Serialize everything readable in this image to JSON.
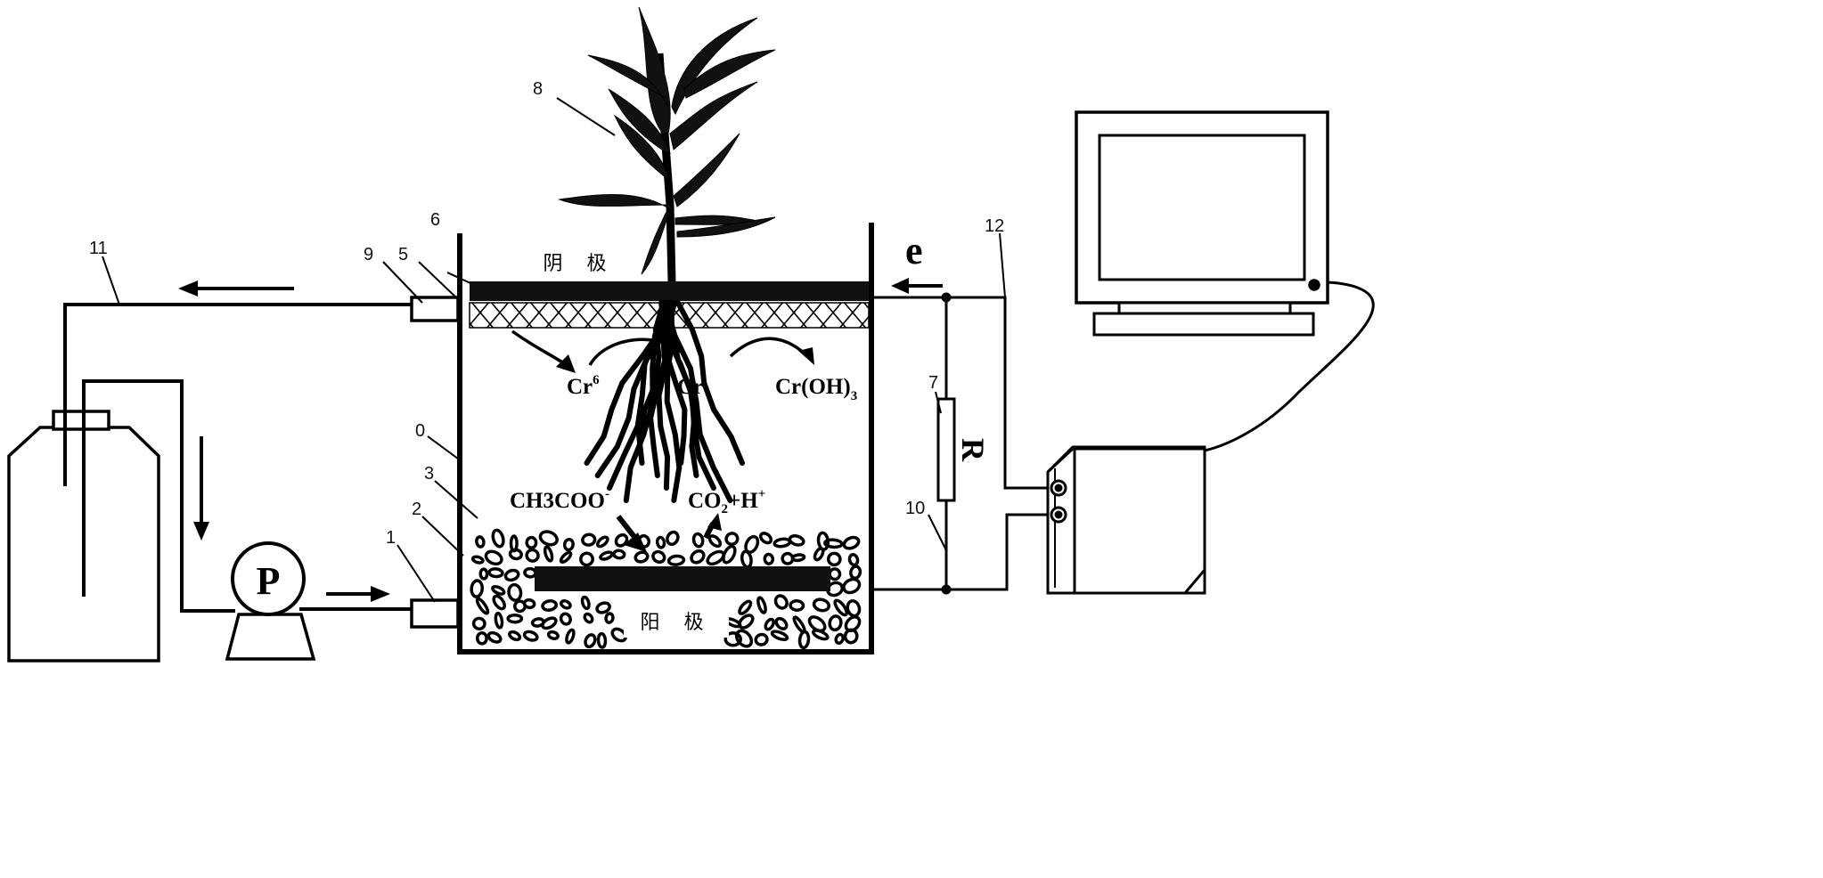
{
  "labels": {
    "n0": "0",
    "n1": "1",
    "n2": "2",
    "n3": "3",
    "n5": "5",
    "n6": "6",
    "n7": "7",
    "n8": "8",
    "n9": "9",
    "n10": "10",
    "n11": "11",
    "n12": "12"
  },
  "cathode_text": "阴 极",
  "anode_text": "阳 极",
  "pump_letter": "P",
  "resistor_letter": "R",
  "electron_letter": "e",
  "chem": {
    "cr6_base": "Cr",
    "cr6_sup": "6",
    "cr3_base": "Cr",
    "croh3_base": "Cr(OH)",
    "croh3_sub": "3",
    "acetate_base": "CH3COO",
    "acetate_sup": "-",
    "co2_base": "CO",
    "co2_sub": "2",
    "co2_mid": "+H",
    "co2_sup": "+"
  },
  "colors": {
    "ink": "#000000",
    "paper": "#ffffff"
  }
}
